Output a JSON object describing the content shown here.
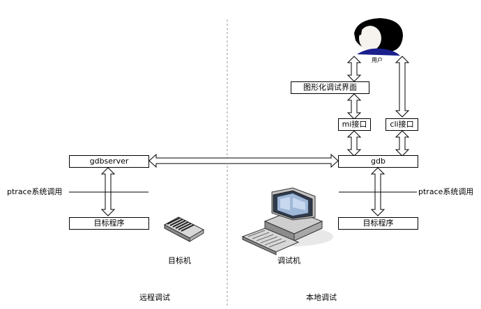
{
  "nodes": {
    "user": "用户",
    "gui": "图形化调试界面",
    "mi": "mi接口",
    "cli": "cli接口",
    "gdb": "gdb",
    "gdbserver": "gdbserver",
    "target_program_left": "目标程序",
    "target_program_right": "目标程序"
  },
  "labels": {
    "ptrace_left": "ptrace系统调用",
    "ptrace_right": "ptrace系统调用",
    "target_machine": "目标机",
    "debug_machine": "调试机",
    "remote_debug": "远程调试",
    "local_debug": "本地调试"
  },
  "icons": {
    "user": "user-avatar-icon",
    "target_machine": "network-switch-icon",
    "debug_machine": "desktop-computer-icon"
  },
  "colors": {
    "line": "#000000",
    "divider": "#9a9a9a",
    "avatar_hair": "#000000",
    "avatar_shirt": "#1a1f8c",
    "device_gray": "#b8b8b8",
    "screen_blue": "#9fb8d8"
  }
}
